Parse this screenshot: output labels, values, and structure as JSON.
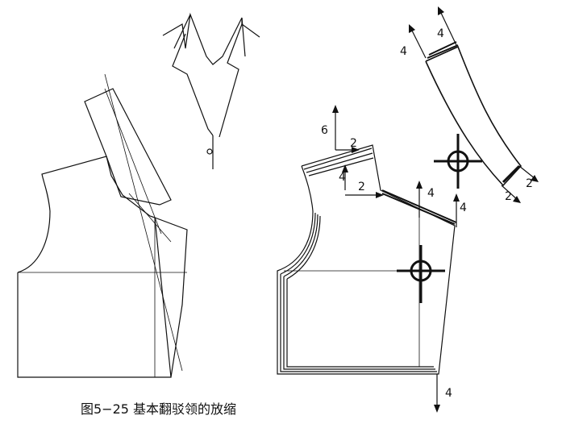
{
  "caption": "图5−25 基本翻驳领的放缩",
  "labels": {
    "sleeve_top_4": "4",
    "sleeve_left_4": "4",
    "sleeve_bottom_2a": "2",
    "sleeve_bottom_2b": "2",
    "neck_6": "6",
    "neck_2": "2",
    "shoulder_4": "4",
    "shoulder_2": "2",
    "right_side_4a": "4",
    "right_side_4b": "4",
    "hem_4": "4"
  }
}
